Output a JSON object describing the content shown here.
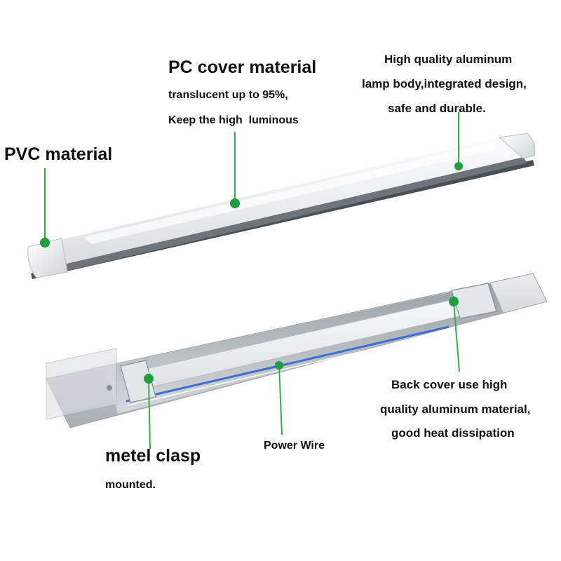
{
  "colors": {
    "accent_line": "#2fb14a",
    "accent_dot": "#1e9e3e",
    "text": "#111111",
    "background": "#ffffff",
    "diffuser": "#eef0f2",
    "aluminum": "#c9cdd1"
  },
  "labels": {
    "pc_cover_title": "PC cover material",
    "pc_cover_line1": "translucent up to 95%,",
    "pc_cover_line2": "Keep the high  luminous",
    "aluminum_line1": "High quality aluminum",
    "aluminum_line2": "lamp body,integrated design,",
    "aluminum_line3": "safe and durable.",
    "pvc_title": "PVC material",
    "back_cover_line1": "Back cover use high",
    "back_cover_line2": "quality aluminum material,",
    "back_cover_line3": "good heat dissipation",
    "power_wire": "Power Wire",
    "metel_clasp_title": "metel clasp",
    "metel_clasp_sub": "mounted."
  }
}
